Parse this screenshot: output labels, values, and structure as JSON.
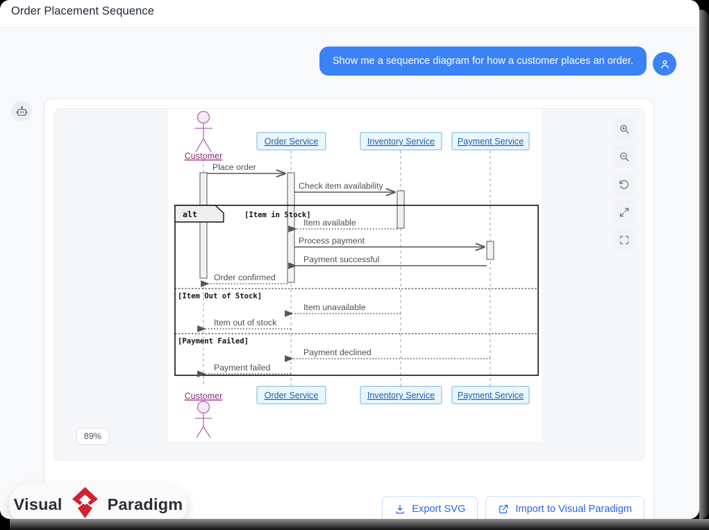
{
  "window": {
    "title": "Order Placement Sequence"
  },
  "chat": {
    "user_avatar_icon": "person-icon",
    "bot_avatar_icon": "robot-icon",
    "user_message": "Show me a sequence diagram for how a customer places an order."
  },
  "viewer": {
    "zoom_level": "89%",
    "tools": [
      {
        "name": "zoom-in-icon",
        "tooltip": "Zoom In"
      },
      {
        "name": "zoom-out-icon",
        "tooltip": "Zoom Out"
      },
      {
        "name": "reset-icon",
        "tooltip": "Reset"
      },
      {
        "name": "expand-icon",
        "tooltip": "Expand"
      },
      {
        "name": "fit-screen-icon",
        "tooltip": "Fit to Screen"
      }
    ]
  },
  "actions": {
    "export_svg": {
      "label": "Export SVG",
      "icon": "download-icon"
    },
    "import_vp": {
      "label": "Import to Visual Paradigm",
      "icon": "external-link-icon"
    }
  },
  "watermark": {
    "word1": "Visual",
    "word2": "Paradigm",
    "logo_color": "#cf2233"
  },
  "diagram": {
    "type": "uml-sequence-diagram",
    "participants": [
      {
        "id": "customer",
        "label": "Customer",
        "kind": "actor"
      },
      {
        "id": "order",
        "label": "Order Service",
        "kind": "object"
      },
      {
        "id": "inventory",
        "label": "Inventory Service",
        "kind": "object"
      },
      {
        "id": "payment",
        "label": "Payment Service",
        "kind": "object"
      }
    ],
    "messages": [
      {
        "label": "Place order",
        "from": "customer",
        "to": "order",
        "kind": "sync"
      },
      {
        "label": "Check item availability",
        "from": "order",
        "to": "inventory",
        "kind": "sync"
      },
      {
        "label": "Item available",
        "from": "inventory",
        "to": "order",
        "kind": "return"
      },
      {
        "label": "Process payment",
        "from": "order",
        "to": "payment",
        "kind": "sync"
      },
      {
        "label": "Payment successful",
        "from": "payment",
        "to": "order",
        "kind": "sync"
      },
      {
        "label": "Order confirmed",
        "from": "order",
        "to": "customer",
        "kind": "return"
      },
      {
        "label": "Item unavailable",
        "from": "inventory",
        "to": "order",
        "kind": "return"
      },
      {
        "label": "Item out of stock",
        "from": "order",
        "to": "customer",
        "kind": "return"
      },
      {
        "label": "Payment declined",
        "from": "payment",
        "to": "order",
        "kind": "return"
      },
      {
        "label": "Payment failed",
        "from": "order",
        "to": "customer",
        "kind": "return"
      }
    ],
    "fragment": {
      "operator": "alt",
      "guards": [
        "[Item in Stock]",
        "[Item Out of Stock]",
        "[Payment Failed]"
      ]
    }
  }
}
